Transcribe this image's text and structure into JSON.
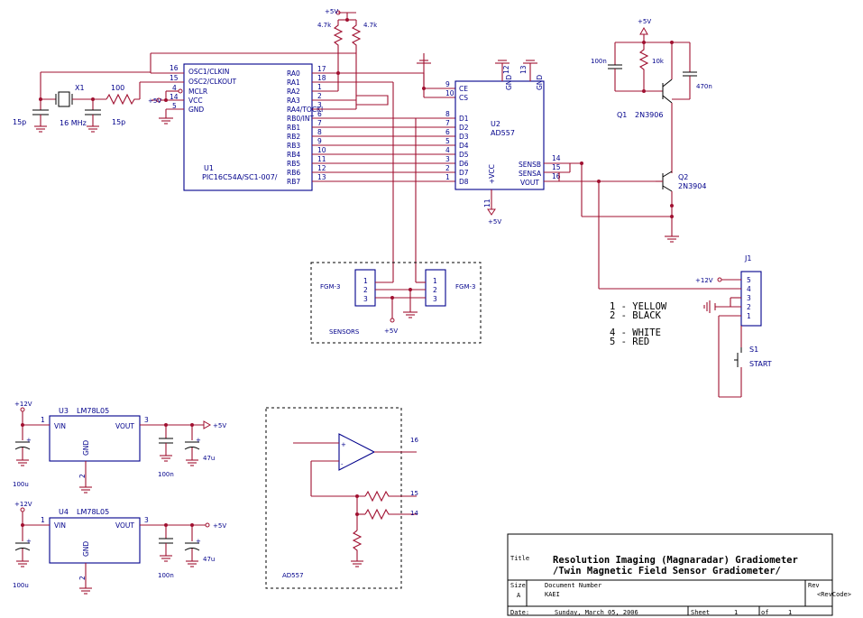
{
  "parts": {
    "u1": {
      "ref": "U1",
      "name": "PIC16C54A/SC1-007/",
      "left_pins": [
        {
          "num": "16",
          "name": "OSC1/CLKIN"
        },
        {
          "num": "15",
          "name": "OSC2/CLKOUT"
        },
        {
          "num": "4",
          "name": "MCLR"
        },
        {
          "num": "14",
          "name": "VCC"
        },
        {
          "num": "5",
          "name": "GND"
        }
      ],
      "right_pins": [
        {
          "num": "17",
          "name": "RA0"
        },
        {
          "num": "18",
          "name": "RA1"
        },
        {
          "num": "1",
          "name": "RA2"
        },
        {
          "num": "2",
          "name": "RA3"
        },
        {
          "num": "3",
          "name": "RA4/TOCKI"
        },
        {
          "num": "6",
          "name": "RB0/INT"
        },
        {
          "num": "7",
          "name": "RB1"
        },
        {
          "num": "8",
          "name": "RB2"
        },
        {
          "num": "9",
          "name": "RB3"
        },
        {
          "num": "10",
          "name": "RB4"
        },
        {
          "num": "11",
          "name": "RB5"
        },
        {
          "num": "12",
          "name": "RB6"
        },
        {
          "num": "13",
          "name": "RB7"
        }
      ]
    },
    "u2": {
      "ref": "U2",
      "name": "AD557",
      "left_pins": [
        {
          "num": "9",
          "name": "CE"
        },
        {
          "num": "10",
          "name": "CS"
        },
        {
          "num": "8",
          "name": "D1"
        },
        {
          "num": "7",
          "name": "D2"
        },
        {
          "num": "6",
          "name": "D3"
        },
        {
          "num": "5",
          "name": "D4"
        },
        {
          "num": "4",
          "name": "D5"
        },
        {
          "num": "3",
          "name": "D6"
        },
        {
          "num": "2",
          "name": "D7"
        },
        {
          "num": "1",
          "name": "D8"
        }
      ],
      "right_pins": [
        {
          "num": "14",
          "name": "SENSB"
        },
        {
          "num": "15",
          "name": "SENSA"
        },
        {
          "num": "16",
          "name": "VOUT"
        }
      ],
      "top_pins": [
        {
          "num": "12",
          "name": "GND"
        },
        {
          "num": "13",
          "name": "GND"
        }
      ],
      "bottom_pin": {
        "num": "11",
        "name": "+VCC"
      }
    },
    "u3": {
      "ref": "U3",
      "name": "LM78L05",
      "vin": "VIN",
      "vout": "VOUT",
      "gnd": "GND",
      "p1": "1",
      "p2": "2",
      "p3": "3"
    },
    "u4": {
      "ref": "U4",
      "name": "LM78L05",
      "vin": "VIN",
      "vout": "VOUT",
      "gnd": "GND",
      "p1": "1",
      "p2": "2",
      "p3": "3"
    },
    "x1": {
      "ref": "X1",
      "value": "16 MHz"
    },
    "r_osc": {
      "value": "100"
    },
    "c_osc1": {
      "value": "15p"
    },
    "c_osc2": {
      "value": "15p"
    },
    "r_pull1": {
      "value": "4.7k"
    },
    "r_pull2": {
      "value": "4.7k"
    },
    "q1": {
      "ref": "Q1",
      "part": "2N3906"
    },
    "q2": {
      "ref": "Q2",
      "part": "2N3904"
    },
    "c_q1a": {
      "value": "100n"
    },
    "r_q1": {
      "value": "10k"
    },
    "c_q1b": {
      "value": "470n"
    },
    "j1": {
      "ref": "J1",
      "pins": [
        "5",
        "4",
        "3",
        "2",
        "1"
      ]
    },
    "s1": {
      "ref": "S1",
      "label": "START"
    },
    "sensors": {
      "label": "SENSORS",
      "fgm1": "FGM-3",
      "fgm2": "FGM-3",
      "pins": [
        "1",
        "2",
        "3"
      ]
    },
    "u3_caps": {
      "cin": "100u",
      "cout1": "100n",
      "cout2": "47u"
    },
    "u4_caps": {
      "cin": "100u",
      "cout1": "100n",
      "cout2": "47u"
    },
    "ad557_inner": {
      "label": "AD557",
      "n16": "16",
      "n15": "15",
      "n14": "14",
      "plus": "+",
      "minus": "-"
    }
  },
  "power": {
    "p5v": "+5V",
    "p12v": "+12V"
  },
  "wire_colors": {
    "j1_legend": [
      "1 - YELLOW",
      "2 - BLACK",
      "4 - WHITE",
      "5 - RED"
    ]
  },
  "title_block": {
    "title_label": "Title",
    "title_line1": "Resolution Imaging (Magnaradar) Gradiometer",
    "title_line2": "/Twin Magnetic Field Sensor Gradiometer/",
    "size_label": "Size",
    "size_value": "A",
    "docnum_label": "Document Number",
    "docnum_value": "KAEI",
    "rev_label": "Rev",
    "rev_value": "<RevCode>",
    "date_label": "Date:",
    "date_value": "Sunday, March 05, 2006",
    "sheet_label": "Sheet",
    "sheet_value": "1",
    "of_label": "of",
    "of_value": "1"
  },
  "colors": {
    "wire": "#a01030",
    "component": "#00008b",
    "background": "#ffffff"
  }
}
